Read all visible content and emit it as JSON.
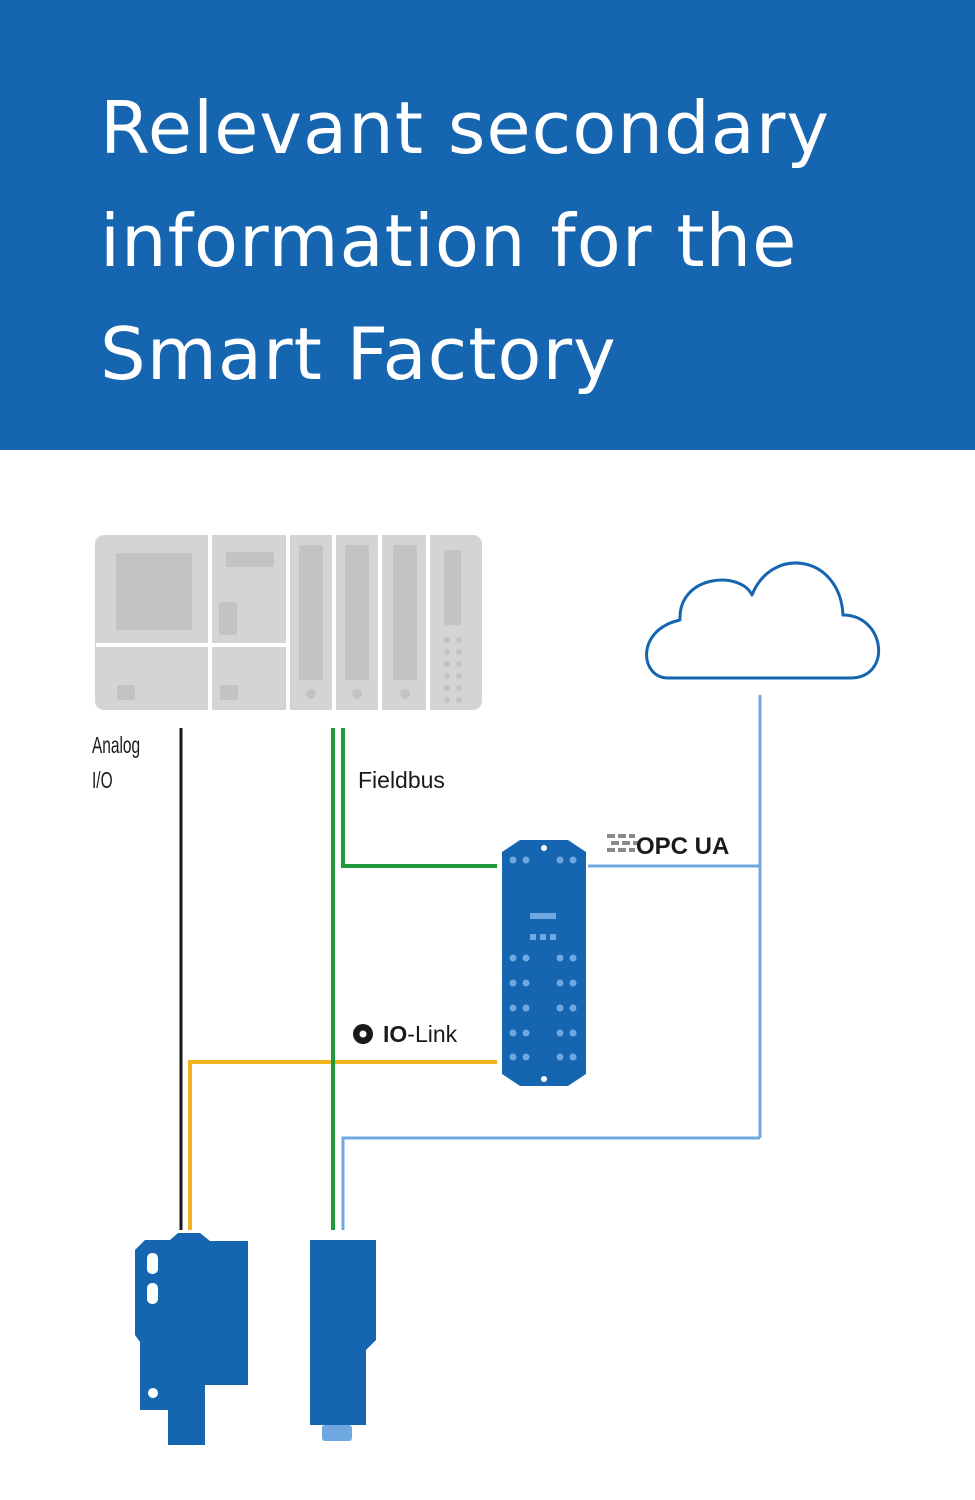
{
  "header": {
    "title_lines": [
      "Relevant secondary",
      "information for the",
      "Smart Factory"
    ],
    "background_color": "#1565b0"
  },
  "diagram": {
    "labels": {
      "analog_line1": "Analog",
      "analog_line2": "I/O",
      "fieldbus": "Fieldbus",
      "opc_ua": "OPC UA",
      "io_link_prefix": "IO",
      "io_link_suffix": "-Link"
    },
    "colors": {
      "analog_io": "#1a1a1a",
      "fieldbus": "#1f9a3a",
      "io_link": "#f2b21e",
      "opc_ua": "#6fa8e0",
      "device_blue": "#1565b0",
      "plc_gray": "#d4d4d4"
    },
    "icons": [
      "plc-rack-icon",
      "cloud-icon",
      "io-link-master-icon",
      "sensor-icon",
      "io-link-logo-icon",
      "opc-ua-logo-icon"
    ]
  }
}
